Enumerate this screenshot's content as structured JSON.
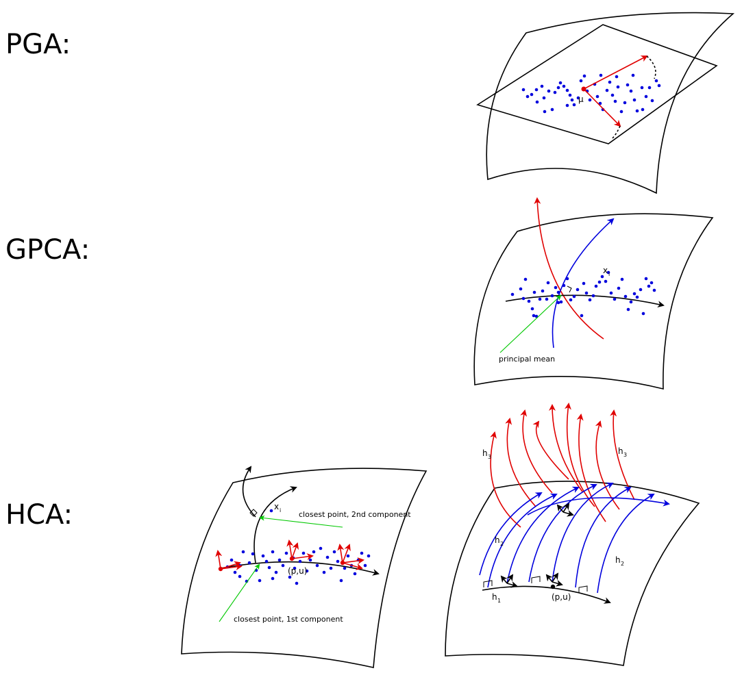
{
  "panels": {
    "pga": {
      "title": "PGA:",
      "mean_label": "μ"
    },
    "gpca": {
      "title": "GPCA:",
      "point_label": "x",
      "point_sub": "i",
      "mean_annotation": "principal mean"
    },
    "hca": {
      "title": "HCA:",
      "point_label": "x",
      "point_sub": "i",
      "closest_2nd": "closest point, 2nd component",
      "closest_1st": "closest point, 1st component",
      "base_label_left": "(p,u)",
      "base_label_right": "(p,u)",
      "h1": "h",
      "h1_sub": "1",
      "h2": "h",
      "h2_sub": "2",
      "h3": "h",
      "h3_sub": "3"
    }
  },
  "colors": {
    "data_points": "#0000dd",
    "principal_red": "#e00000",
    "principal_blue": "#0000dd",
    "annotation_green": "#00c800",
    "curve_black": "#000000"
  }
}
